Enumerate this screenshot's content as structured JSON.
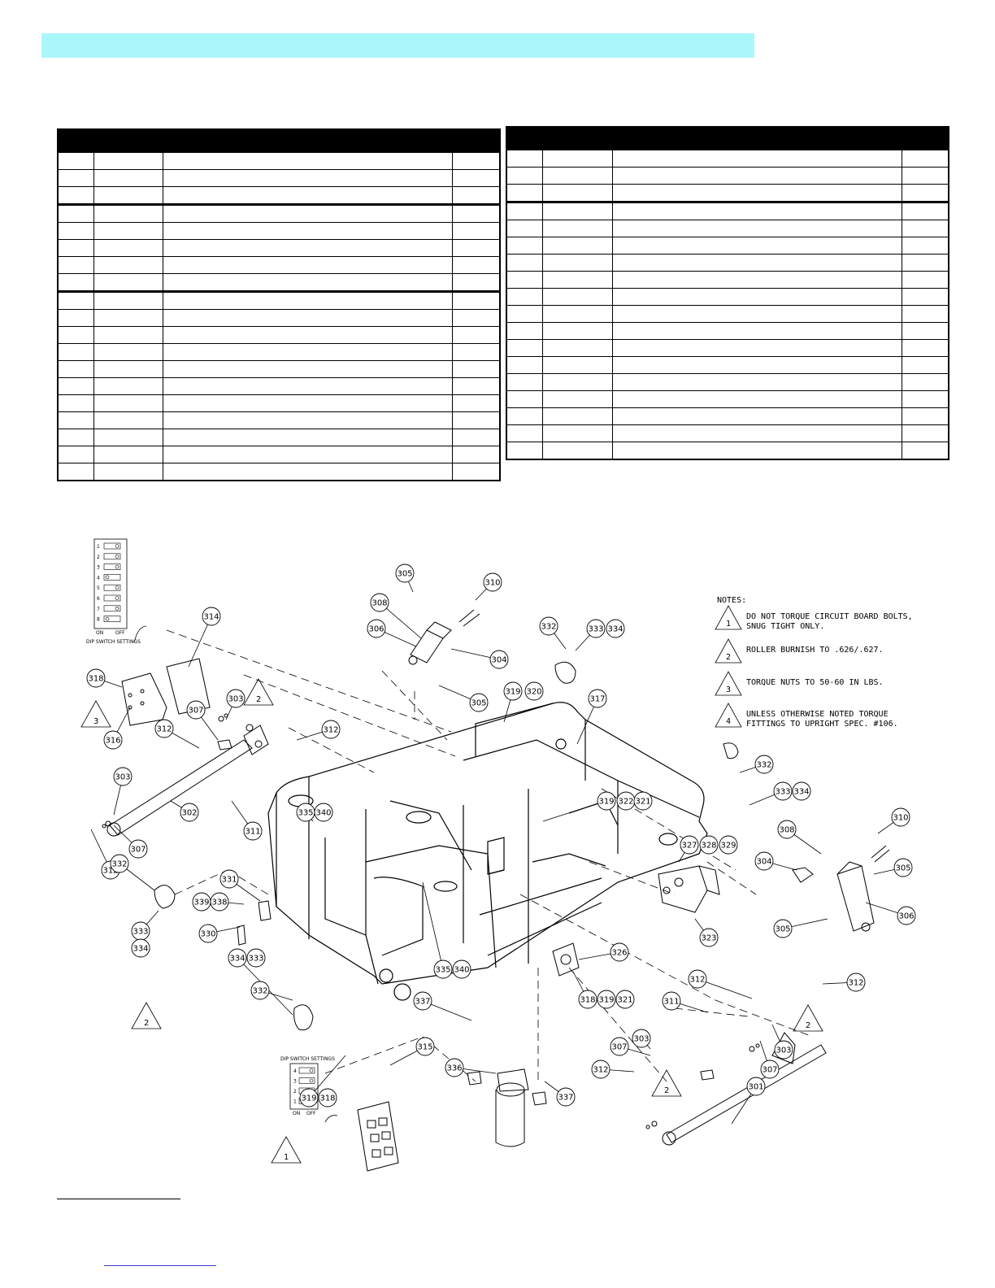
{
  "page": {
    "title_band_color": "#aaf7fb"
  },
  "parts_tables": {
    "left": {
      "header": [
        "",
        "",
        "",
        ""
      ],
      "rows": 19
    },
    "right": {
      "header": [
        "",
        "",
        "",
        ""
      ],
      "rows": 18
    }
  },
  "notes": {
    "heading": "NOTES:",
    "items": [
      {
        "num": "1",
        "lines": [
          "DO NOT TORQUE CIRCUIT BOARD BOLTS,",
          "SNUG TIGHT ONLY."
        ]
      },
      {
        "num": "2",
        "lines": [
          "ROLLER BURNISH TO .626/.627."
        ]
      },
      {
        "num": "3",
        "lines": [
          "TORQUE NUTS TO 50-60 IN LBS."
        ]
      },
      {
        "num": "4",
        "lines": [
          "UNLESS OTHERWISE NOTED TORQUE",
          "FITTINGS TO UPRIGHT SPEC. #106."
        ]
      }
    ]
  },
  "dip_switch_top": {
    "label": "DIP SWITCH SETTINGS",
    "on_label": "ON",
    "off_label": "OFF",
    "switches": [
      "1",
      "2",
      "3",
      "4",
      "5",
      "6",
      "7",
      "8"
    ],
    "states": [
      "off",
      "off",
      "off",
      "on",
      "off",
      "off",
      "off",
      "on"
    ]
  },
  "dip_switch_bottom": {
    "label": "DIP SWITCH SETTINGS",
    "on_label": "ON",
    "off_label": "OFF",
    "switches": [
      "4",
      "3",
      "2",
      "1"
    ],
    "states": [
      "off",
      "off",
      "off",
      "off"
    ]
  },
  "callouts": [
    {
      "label": "305"
    },
    {
      "label": "310"
    },
    {
      "label": "308"
    },
    {
      "label": "306"
    },
    {
      "label": "304"
    },
    {
      "label": "305"
    },
    {
      "label": "332"
    },
    {
      "label": "333"
    },
    {
      "label": "334"
    },
    {
      "label": "314"
    },
    {
      "label": "318"
    },
    {
      "label": "316"
    },
    {
      "label": "312"
    },
    {
      "label": "307"
    },
    {
      "label": "303"
    },
    {
      "label": "312"
    },
    {
      "label": "319"
    },
    {
      "label": "320"
    },
    {
      "label": "317"
    },
    {
      "label": "303"
    },
    {
      "label": "302"
    },
    {
      "label": "311"
    },
    {
      "label": "307"
    },
    {
      "label": "312"
    },
    {
      "label": "335"
    },
    {
      "label": "340"
    },
    {
      "label": "319"
    },
    {
      "label": "322"
    },
    {
      "label": "321"
    },
    {
      "label": "332"
    },
    {
      "label": "333"
    },
    {
      "label": "334"
    },
    {
      "label": "310"
    },
    {
      "label": "308"
    },
    {
      "label": "304"
    },
    {
      "label": "305"
    },
    {
      "label": "306"
    },
    {
      "label": "305"
    },
    {
      "label": "327"
    },
    {
      "label": "328"
    },
    {
      "label": "329"
    },
    {
      "label": "323"
    },
    {
      "label": "332"
    },
    {
      "label": "331"
    },
    {
      "label": "339"
    },
    {
      "label": "338"
    },
    {
      "label": "330"
    },
    {
      "label": "333"
    },
    {
      "label": "334"
    },
    {
      "label": "334"
    },
    {
      "label": "333"
    },
    {
      "label": "332"
    },
    {
      "label": "335"
    },
    {
      "label": "340"
    },
    {
      "label": "326"
    },
    {
      "label": "318"
    },
    {
      "label": "319"
    },
    {
      "label": "321"
    },
    {
      "label": "312"
    },
    {
      "label": "312"
    },
    {
      "label": "311"
    },
    {
      "label": "337"
    },
    {
      "label": "315"
    },
    {
      "label": "336"
    },
    {
      "label": "337"
    },
    {
      "label": "319"
    },
    {
      "label": "318"
    },
    {
      "label": "307"
    },
    {
      "label": "303"
    },
    {
      "label": "303"
    },
    {
      "label": "312"
    },
    {
      "label": "307"
    },
    {
      "label": "301"
    }
  ],
  "triangles": [
    {
      "num": "3"
    },
    {
      "num": "2"
    },
    {
      "num": "2"
    },
    {
      "num": "2"
    },
    {
      "num": "2"
    },
    {
      "num": "1"
    }
  ]
}
